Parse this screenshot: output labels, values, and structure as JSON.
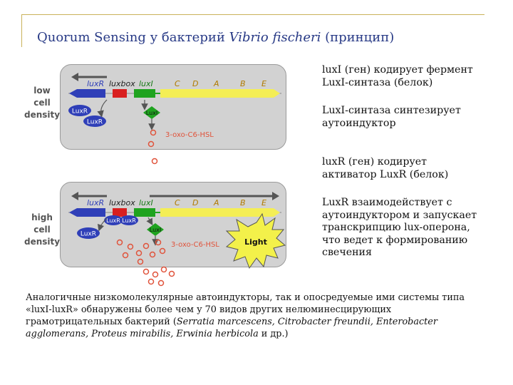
{
  "slide": {
    "title_prefix": "Quorum Sensing у бактерий ",
    "title_species": "Vibrio fischeri",
    "title_suffix": " (принцип)"
  },
  "diagram": {
    "top_panel_label": "low cell density",
    "bottom_panel_label": "high cell density",
    "genes": {
      "luxR": "luxR",
      "luxbox": "luxbox",
      "luxI": "luxI",
      "C": "C",
      "D": "D",
      "A": "A",
      "B": "B",
      "E": "E"
    },
    "proteins": {
      "LuxR": "LuxR",
      "LuxI": "LuxI"
    },
    "autoinducer": "3-oxo-C6-HSL",
    "light": "Light",
    "colors": {
      "panel": "#d2d2d2",
      "luxR_gene": "#2f3fb8",
      "luxbox": "#d91f1f",
      "luxI_gene": "#1fa31f",
      "operon": "#f4ee55",
      "autoinducer": "#e0533b",
      "light": "#f3f14a"
    }
  },
  "notes": [
    "luxI (ген) кодирует фермент LuxI-синтаза (белок)",
    "LuxI-синтаза синтезирует аутоиндуктор",
    "luxR (ген) кодирует активатор LuxR (белок)",
    "LuxR взаимодействует с аутоиндуктором и запускает транскрипцию lux-оперона, что ведет к формированию свечения"
  ],
  "footer": {
    "part1": "Аналогичные низкомолекулярные автоиндукторы, так и опосредуемые ими системы типа «luxI-luxR» обнаружены более чем у 70 видов других нелюминесцирующих грамотрицательных бактерий (",
    "species": "Serratia marcescens, Citrobacter freundii, Enterobacter agglomerans, Proteus mirabilis, Erwinia herbicola",
    "part2": " и др.)"
  }
}
